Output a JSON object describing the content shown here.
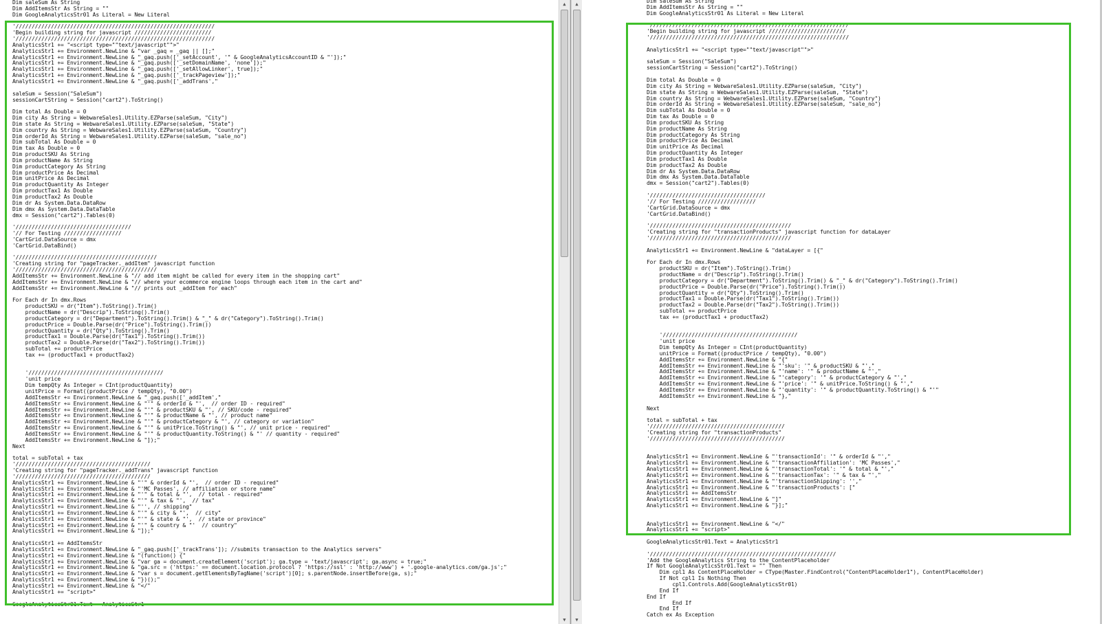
{
  "left_pane": {
    "lines": [
      "Dim saleSum As String",
      "Dim AddItemsStr As String = \"\"",
      "Dim GoogleAnalyticsStr01 As Literal = New Literal",
      "",
      "'//////////////////////////////////////////////////////////////",
      "'Begin building string for javascript ////////////////////////",
      "'//////////////////////////////////////////////////////////////",
      "AnalyticsStr1 += \"<script type=\"\"text/javascript\"\">\"",
      "AnalyticsStr1 += Environment.NewLine & \"var _gaq = _gaq || [];\"",
      "AnalyticsStr1 += Environment.NewLine & \"_gaq.push(['_setAccount', '\" & GoogleAnalyticsAccountID & \"']);\"",
      "AnalyticsStr1 += Environment.NewLine & \"_gaq.push(['_setDomainName', 'none']);\"",
      "AnalyticsStr1 += Environment.NewLine & \"_gaq.push(['_setAllowLinker', true]);\"",
      "AnalyticsStr1 += Environment.NewLine & \"_gaq.push(['_trackPageview']);\"",
      "AnalyticsStr1 += Environment.NewLine & \"_gaq.push(['_addTrans',\"",
      "",
      "saleSum = Session(\"SaleSum\")",
      "sessionCartString = Session(\"cart2\").ToString()",
      "",
      "Dim total As Double = 0",
      "Dim city As String = WebwareSales1.Utility.EZParse(saleSum, \"City\")",
      "Dim state As String = WebwareSales1.Utility.EZParse(saleSum, \"State\")",
      "Dim country As String = WebwareSales1.Utility.EZParse(saleSum, \"Country\")",
      "Dim orderId As String = WebwareSales1.Utility.EZParse(saleSum, \"sale_no\")",
      "Dim subTotal As Double = 0",
      "Dim tax As Double = 0",
      "Dim productSKU As String",
      "Dim productName As String",
      "Dim productCategory As String",
      "Dim productPrice As Decimal",
      "Dim unitPrice As Decimal",
      "Dim productQuantity As Integer",
      "Dim productTax1 As Double",
      "Dim productTax2 As Double",
      "Dim dr As System.Data.DataRow",
      "Dim dmx As System.Data.DataTable",
      "dmx = Session(\"cart2\").Tables(0)",
      "",
      "'////////////////////////////////////",
      "'// For Testing //////////////////",
      "'CartGrid.DataSource = dmx",
      "'CartGrid.DataBind()",
      "",
      "'////////////////////////////////////////////",
      "'Creating string for \"pageTracker._addItem\" javascript function",
      "'////////////////////////////////////////////",
      "AddItemsStr += Environment.NewLine & \"// add item might be called for every item in the shopping cart\"",
      "AddItemsStr += Environment.NewLine & \"// where your ecommerce engine loops through each item in the cart and\"",
      "AddItemsStr += Environment.NewLine & \"// prints out _addItem for each\"",
      "",
      "For Each dr In dmx.Rows",
      "    productSKU = dr(\"Item\").ToString().Trim()",
      "    productName = dr(\"Descrip\").ToString().Trim()",
      "    productCategory = dr(\"Department\").ToString().Trim() & \"_\" & dr(\"Category\").ToString().Trim()",
      "    productPrice = Double.Parse(dr(\"Price\").ToString().Trim())",
      "    productQuantity = dr(\"Qty\").ToString().Trim()",
      "    productTax1 = Double.Parse(dr(\"Tax1\").ToString().Trim())",
      "    productTax2 = Double.Parse(dr(\"Tax2\").ToString().Trim())",
      "    subTotal += productPrice",
      "    tax += (productTax1 + productTax2)",
      "",
      "",
      "    '//////////////////////////////////////////",
      "    'unit price",
      "    Dim tempQty As Integer = CInt(productQuantity)",
      "    unitPrice = Format((productPrice / tempQty), \"0.00\")",
      "    AddItemsStr += Environment.NewLine & \"_gaq.push(['_addItem',\"",
      "    AddItemsStr += Environment.NewLine & \"'\" & orderId & \"',  // order ID - required\"",
      "    AddItemsStr += Environment.NewLine & \"'\" & productSKU & \"', // SKU/code - required\"",
      "    AddItemsStr += Environment.NewLine & \"'\" & productName & \"', // product name\"",
      "    AddItemsStr += Environment.NewLine & \"'\" & productCategory & \"', // category or variation\"",
      "    AddItemsStr += Environment.NewLine & \"'\" & unitPrice.ToString() & \"', // unit price - required\"",
      "    AddItemsStr += Environment.NewLine & \"'\" & productQuantity.ToString() & \"' // quantity - required\"",
      "    AddItemsStr += Environment.NewLine & \"]);\"",
      "Next",
      "",
      "total = subTotal + tax",
      "'//////////////////////////////////////////",
      "'Creating string for \"pageTracker._addTrans\" javascript function",
      "'//////////////////////////////////////////",
      "AnalyticsStr1 += Environment.NewLine & \"'\" & orderId & \"',  // order ID - required\"",
      "AnalyticsStr1 += Environment.NewLine & \"'MC Passes', // affiliation or store name\"",
      "AnalyticsStr1 += Environment.NewLine & \"'\" & total & \"',  // total - required\"",
      "AnalyticsStr1 += Environment.NewLine & \"'\" & tax & \"',  // tax\"",
      "AnalyticsStr1 += Environment.NewLine & \"'', // shipping\"",
      "AnalyticsStr1 += Environment.NewLine & \"'\" & city & \"',  // city\"",
      "AnalyticsStr1 += Environment.NewLine & \"'\" & state & \"',  // state or province\"",
      "AnalyticsStr1 += Environment.NewLine & \"'\" & country & \"'  // country\"",
      "AnalyticsStr1 += Environment.NewLine & \"]);\"",
      "",
      "AnalyticsStr1 += AddItemsStr",
      "AnalyticsStr1 += Environment.NewLine & \"_gaq.push(['_trackTrans']); //submits transaction to the Analytics servers\"",
      "AnalyticsStr1 += Environment.NewLine & \"(function() {\"",
      "AnalyticsStr1 += Environment.NewLine & \"var ga = document.createElement('script'); ga.type = 'text/javascript'; ga.async = true;\"",
      "AnalyticsStr1 += Environment.NewLine & \"ga.src = ('https:' == document.location.protocol ? 'https://ssl' : 'http://www') + '.google-analytics.com/ga.js';\"",
      "AnalyticsStr1 += Environment.NewLine & \"var s = document.getElementsByTagName('script')[0]; s.parentNode.insertBefore(ga, s);\"",
      "AnalyticsStr1 += Environment.NewLine & \"})();\"",
      "AnalyticsStr1 += Environment.NewLine & \"</\"",
      "AnalyticsStr1 += \"script>\"",
      "",
      "GoogleAnalyticsStr01.Text = AnalyticsStr1"
    ]
  },
  "right_pane": {
    "lines": [
      "Dim saleSum As String",
      "Dim AddItemsStr As String = \"\"",
      "Dim GoogleAnalyticsStr01 As Literal = New Literal",
      "",
      "'//////////////////////////////////////////////////////////////",
      "'Begin building string for javascript ////////////////////////",
      "'//////////////////////////////////////////////////////////////",
      "",
      "AnalyticsStr1 += \"<script type=\"\"text/javascript\"\">\"",
      "",
      "saleSum = Session(\"SaleSum\")",
      "sessionCartString = Session(\"cart2\").ToString()",
      "",
      "Dim total As Double = 0",
      "Dim city As String = WebwareSales1.Utility.EZParse(saleSum, \"City\")",
      "Dim state As String = WebwareSales1.Utility.EZParse(saleSum, \"State\")",
      "Dim country As String = WebwareSales1.Utility.EZParse(saleSum, \"Country\")",
      "Dim orderId As String = WebwareSales1.Utility.EZParse(saleSum, \"sale_no\")",
      "Dim subTotal As Double = 0",
      "Dim tax As Double = 0",
      "Dim productSKU As String",
      "Dim productName As String",
      "Dim productCategory As String",
      "Dim productPrice As Decimal",
      "Dim unitPrice As Decimal",
      "Dim productQuantity As Integer",
      "Dim productTax1 As Double",
      "Dim productTax2 As Double",
      "Dim dr As System.Data.DataRow",
      "Dim dmx As System.Data.DataTable",
      "dmx = Session(\"cart2\").Tables(0)",
      "",
      "'////////////////////////////////////",
      "'// For Testing //////////////////",
      "'CartGrid.DataSource = dmx",
      "'CartGrid.DataBind()",
      "",
      "'////////////////////////////////////////////",
      "'Creating string for \"transactionProducts\" javascript function for dataLayer",
      "'////////////////////////////////////////////",
      "",
      "AnalyticsStr1 += Environment.NewLine & \"dataLayer = [{\"",
      "",
      "For Each dr In dmx.Rows",
      "    productSKU = dr(\"Item\").ToString().Trim()",
      "    productName = dr(\"Descrip\").ToString().Trim()",
      "    productCategory = dr(\"Department\").ToString().Trim() & \"_\" & dr(\"Category\").ToString().Trim()",
      "    productPrice = Double.Parse(dr(\"Price\").ToString().Trim())",
      "    productQuantity = dr(\"Qty\").ToString().Trim()",
      "    productTax1 = Double.Parse(dr(\"Tax1\").ToString().Trim())",
      "    productTax2 = Double.Parse(dr(\"Tax2\").ToString().Trim())",
      "    subTotal += productPrice",
      "    tax += (productTax1 + productTax2)",
      "",
      "",
      "    '//////////////////////////////////////////",
      "    'unit price",
      "    Dim tempQty As Integer = CInt(productQuantity)",
      "    unitPrice = Format((productPrice / tempQty), \"0.00\")",
      "    AddItemsStr += Environment.NewLine & \"{\"",
      "    AddItemsStr += Environment.NewLine & \"'sku': '\" & productSKU & \"',\"",
      "    AddItemsStr += Environment.NewLine & \"'name': '\" & productName & \"',\"",
      "    AddItemsStr += Environment.NewLine & \"'category': '\" & productCategory & \"',\"",
      "    AddItemsStr += Environment.NewLine & \"'price': '\" & unitPrice.ToString() & \"',\"",
      "    AddItemsStr += Environment.NewLine & \"'quantity': '\" & productQuantity.ToString() & \"'\"",
      "    AddItemsStr += Environment.NewLine & \"},\"",
      "",
      "Next",
      "",
      "total = subTotal + tax",
      "'//////////////////////////////////////////",
      "'Creating string for \"transactionProducts\"",
      "'//////////////////////////////////////////",
      "",
      "",
      "AnalyticsStr1 += Environment.NewLine & \"'transactionId': '\" & orderId & \"',\"",
      "AnalyticsStr1 += Environment.NewLine & \"'transactionAffiliation': 'MC Passes',\"",
      "AnalyticsStr1 += Environment.NewLine & \"'transactionTotal': '\" & total & \"',\"",
      "AnalyticsStr1 += Environment.NewLine & \"'transactionTax': '\" & tax & \"',\"",
      "AnalyticsStr1 += Environment.NewLine & \"'transactionShipping': '',\"",
      "AnalyticsStr1 += Environment.NewLine & \"'transactionProducts': [\"",
      "AnalyticsStr1 += AddItemsStr",
      "AnalyticsStr1 += Environment.NewLine & \"]\"",
      "AnalyticsStr1 += Environment.NewLine & \"}];\"",
      "",
      "",
      "AnalyticsStr1 += Environment.NewLine & \"</\"",
      "AnalyticsStr1 += \"script>\"",
      "",
      "GoogleAnalyticsStr01.Text = AnalyticsStr1",
      "",
      "'//////////////////////////////////////////////////////////",
      "'Add the GoogleAnalytics String to the ContentPlaceholder",
      "If Not GoogleAnalyticsStr01.Text = \"\" Then",
      "    Dim cpl1 As ContentPlaceHolder = CType(Master.FindControl(\"ContentPlaceHolder1\"), ContentPlaceHolder)",
      "    If Not cpl1 Is Nothing Then",
      "        cpl1.Controls.Add(GoogleAnalyticsStr01)",
      "    End If",
      "End If",
      "        End If",
      "    End If",
      "Catch ex As Exception"
    ]
  },
  "highlight_color": "#3fbf2a"
}
